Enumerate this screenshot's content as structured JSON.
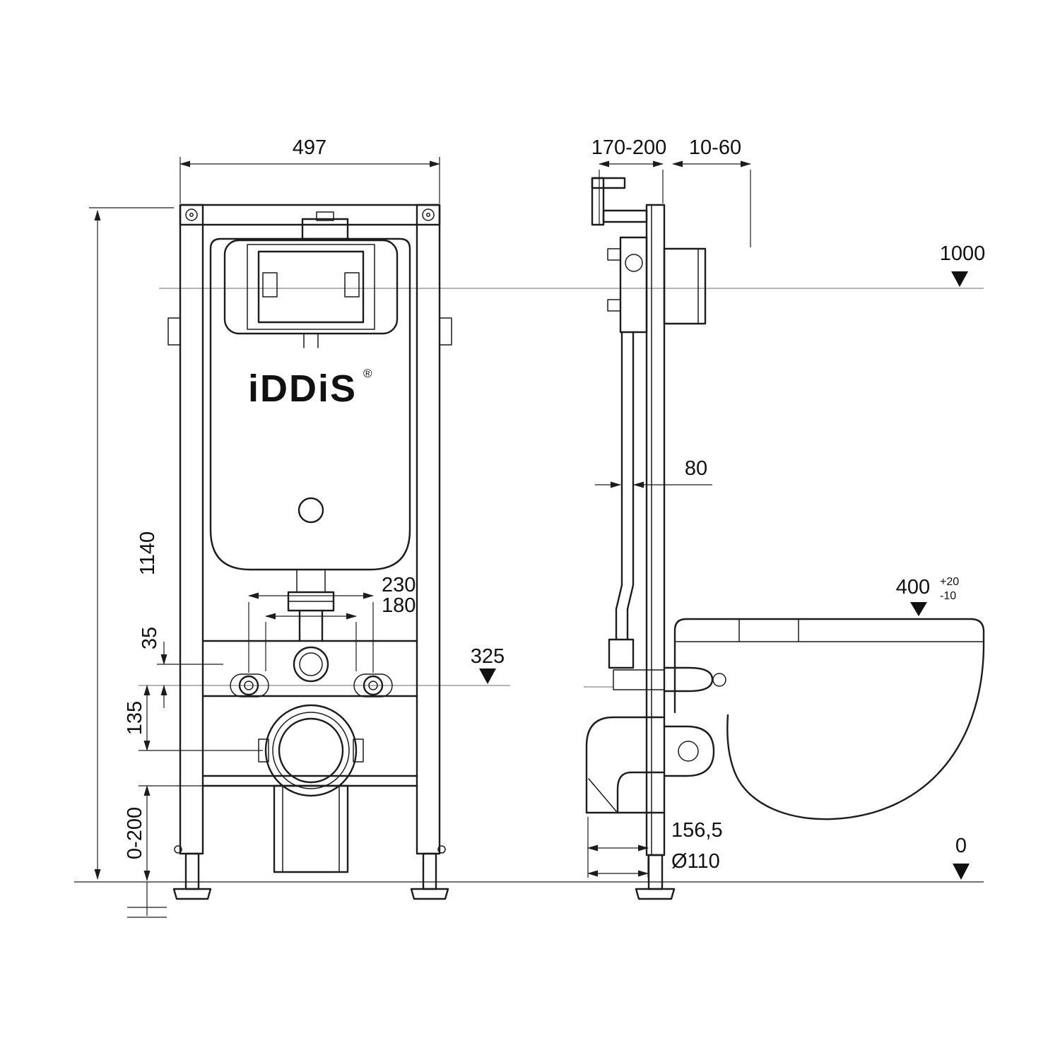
{
  "brand": {
    "logo": "iDDiS",
    "registered": "®"
  },
  "front": {
    "width": "497",
    "height": "1140",
    "spacing_outer": "230",
    "spacing_inner": "180",
    "offset_top": "35",
    "offset_mid": "135",
    "leg_range": "0-200",
    "bolt_level": "325"
  },
  "side": {
    "depth_range": "170-200",
    "plate_range": "10-60",
    "top_level": "1000",
    "pipe_width": "80",
    "seat_level": "400",
    "seat_tol_plus": "+20",
    "seat_tol_minus": "-10",
    "outlet_offset": "156,5",
    "outlet_diameter": "Ø110",
    "floor_level": "0"
  }
}
